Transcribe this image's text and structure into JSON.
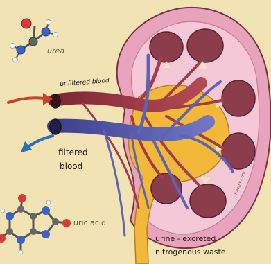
{
  "labels": {
    "urea": "urea",
    "unfiltered_blood": "unfiltered blood",
    "filtered_line1": "filtered",
    "filtered_line2": "blood",
    "uric_acid": "uric acid",
    "urine_line1": "urine - excreted",
    "urine_line2": "nitrogenous waste",
    "credit": "freepik.com"
  },
  "colors": {
    "background": "#f2e3b5",
    "kidney_outer": "#e8a4bd",
    "kidney_cortex": "#f4c8d6",
    "pyramid": "#8c3d4c",
    "pelvis": "#f2b83a",
    "artery": "#a33d49",
    "vein": "#5e63b3",
    "arrow_in": "#c8432e",
    "arrow_out": "#2f6fb6"
  }
}
